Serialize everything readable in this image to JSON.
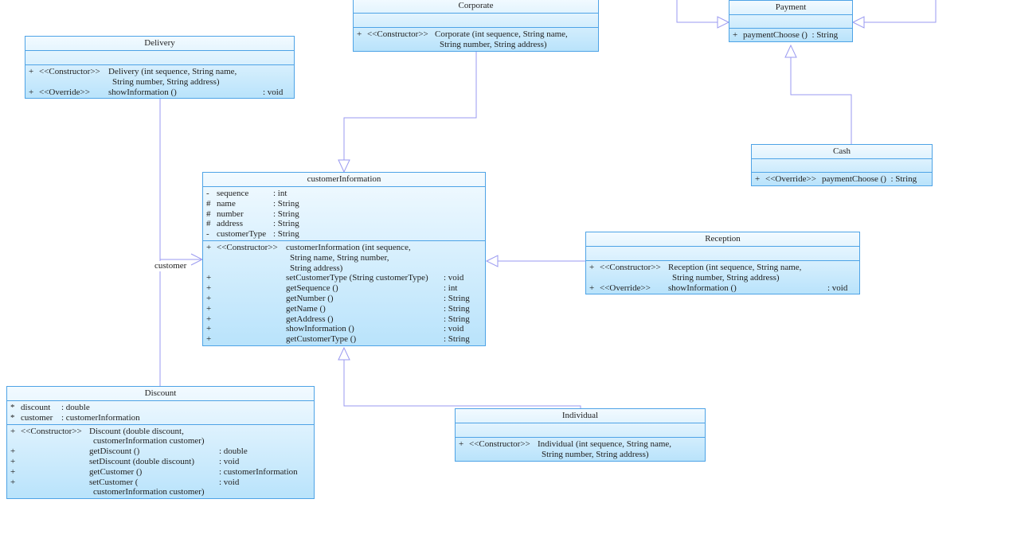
{
  "diagram": {
    "line_color": "#9a9af0",
    "box_border": "#4ea3e6",
    "box_fill": "#bfe6fb",
    "association_label": "customer"
  },
  "classes": {
    "corporate": {
      "name": "Corporate",
      "attributes": [],
      "methods": [
        {
          "vis": "+",
          "stereo": "<<Constructor>>",
          "sig": [
            "Corporate (int sequence, String name,",
            "String number, String address)"
          ],
          "ret": ""
        }
      ]
    },
    "delivery": {
      "name": "Delivery",
      "attributes": [],
      "methods": [
        {
          "vis": "+",
          "stereo": "<<Constructor>>",
          "sig": [
            "Delivery (int sequence, String name,",
            "String number, String address)"
          ],
          "ret": ""
        },
        {
          "vis": "+",
          "stereo": "<<Override>>",
          "sig": [
            "showInformation ()"
          ],
          "ret": ": void"
        }
      ]
    },
    "payment": {
      "name": "Payment",
      "attributes": [],
      "methods": [
        {
          "vis": "+",
          "stereo": "",
          "sig": [
            "paymentChoose ()  : String"
          ],
          "ret": ""
        }
      ]
    },
    "cash": {
      "name": "Cash",
      "attributes": [],
      "methods": [
        {
          "vis": "+",
          "stereo": "<<Override>>",
          "sig": [
            "paymentChoose ()  : String"
          ],
          "ret": ""
        }
      ]
    },
    "customerInformation": {
      "name": "customerInformation",
      "attributes": [
        {
          "vis": "-",
          "name": "sequence",
          "type": ": int"
        },
        {
          "vis": "#",
          "name": "name",
          "type": ": String"
        },
        {
          "vis": "#",
          "name": "number",
          "type": ": String"
        },
        {
          "vis": "#",
          "name": "address",
          "type": ": String"
        },
        {
          "vis": "-",
          "name": "customerType",
          "type": ": String"
        }
      ],
      "methods": [
        {
          "vis": "+",
          "stereo": "<<Constructor>>",
          "sig": [
            "customerInformation (int sequence,",
            "String name, String number,",
            "String address)"
          ],
          "ret": ""
        },
        {
          "vis": "+",
          "stereo": "",
          "sig": [
            "setCustomerType (String customerType)"
          ],
          "ret": ": void"
        },
        {
          "vis": "+",
          "stereo": "",
          "sig": [
            "getSequence ()"
          ],
          "ret": ": int"
        },
        {
          "vis": "+",
          "stereo": "",
          "sig": [
            "getNumber ()"
          ],
          "ret": ": String"
        },
        {
          "vis": "+",
          "stereo": "",
          "sig": [
            "getName ()"
          ],
          "ret": ": String"
        },
        {
          "vis": "+",
          "stereo": "",
          "sig": [
            "getAddress ()"
          ],
          "ret": ": String"
        },
        {
          "vis": "+",
          "stereo": "",
          "sig": [
            "showInformation ()"
          ],
          "ret": ": void"
        },
        {
          "vis": "+",
          "stereo": "",
          "sig": [
            "getCustomerType ()"
          ],
          "ret": ": String"
        }
      ]
    },
    "reception": {
      "name": "Reception",
      "attributes": [],
      "methods": [
        {
          "vis": "+",
          "stereo": "<<Constructor>>",
          "sig": [
            "Reception (int sequence, String name,",
            "String number, String address)"
          ],
          "ret": ""
        },
        {
          "vis": "+",
          "stereo": "<<Override>>",
          "sig": [
            "showInformation ()"
          ],
          "ret": ": void"
        }
      ]
    },
    "individual": {
      "name": "Individual",
      "attributes": [],
      "methods": [
        {
          "vis": "+",
          "stereo": "<<Constructor>>",
          "sig": [
            "Individual (int sequence, String name,",
            "String number, String address)"
          ],
          "ret": ""
        }
      ]
    },
    "discount": {
      "name": "Discount",
      "attributes": [
        {
          "vis": "*",
          "name": "discount",
          "type": ": double"
        },
        {
          "vis": "*",
          "name": "customer",
          "type": ": customerInformation"
        }
      ],
      "methods": [
        {
          "vis": "+",
          "stereo": "<<Constructor>>",
          "sig": [
            "Discount (double discount,",
            "customerInformation customer)"
          ],
          "ret": ""
        },
        {
          "vis": "+",
          "stereo": "",
          "sig": [
            "getDiscount ()"
          ],
          "ret": ": double"
        },
        {
          "vis": "+",
          "stereo": "",
          "sig": [
            "setDiscount (double discount)"
          ],
          "ret": ": void"
        },
        {
          "vis": "+",
          "stereo": "",
          "sig": [
            "getCustomer ()"
          ],
          "ret": ": customerInformation"
        },
        {
          "vis": "+",
          "stereo": "",
          "sig": [
            "setCustomer (",
            "customerInformation customer)"
          ],
          "ret": ": void"
        }
      ]
    }
  }
}
